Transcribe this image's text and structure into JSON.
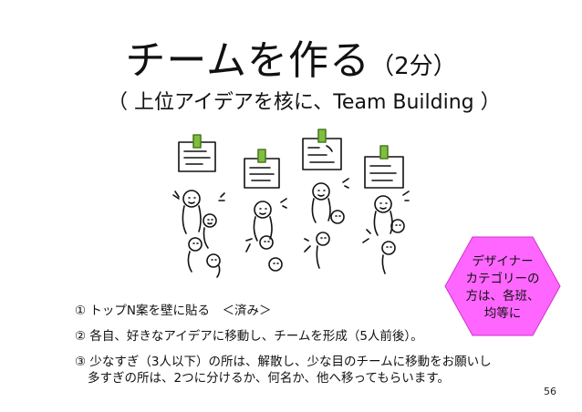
{
  "title": {
    "main": "チームを作る",
    "paren": "（2分）"
  },
  "subtitle": "（ 上位アイデアを核に、Team Building ）",
  "callout": {
    "lines": [
      "デザイナー",
      "カテゴリーの",
      "方は、各班、",
      "均等に"
    ],
    "fill_color": "#ff66ff"
  },
  "steps": [
    {
      "text": "① トップN案を壁に貼る　＜済み＞"
    },
    {
      "text": "② 各自、好きなアイデアに移動し、チームを形成（5人前後）。"
    },
    {
      "text": "③ 少なすぎ（3人以下）の所は、解散し、少な目のチームに移動をお願いし",
      "continuation": "多すぎの所は、2つに分けるか、何名か、他へ移ってもらいます。"
    }
  ],
  "page_number": "56",
  "colors": {
    "pin": "#7fbf3f",
    "text": "#111111"
  }
}
